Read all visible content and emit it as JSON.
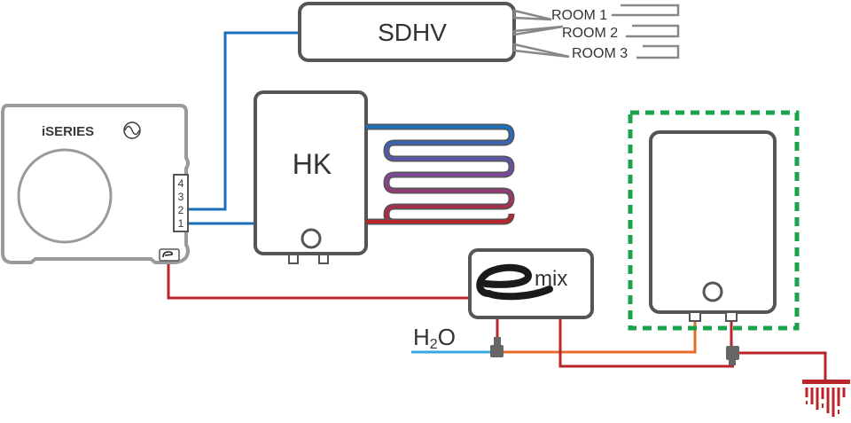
{
  "heat_pump": {
    "brand": "iSERIES",
    "terminals": [
      "4",
      "3",
      "2",
      "1"
    ]
  },
  "controller": {
    "label": "SDHV"
  },
  "rooms": [
    "ROOM 1",
    "ROOM 2",
    "ROOM 3"
  ],
  "hk": {
    "label": "HK"
  },
  "emix": {
    "logo_text": "mix"
  },
  "water": {
    "label_main": "H",
    "label_sub": "2",
    "label_end": "O"
  },
  "colors": {
    "outline": "#555555",
    "blue_line": "#1a6fb8",
    "red_line": "#b8252b",
    "orange_line": "#e8692a",
    "cold_water": "#3ba7dc",
    "green_dash": "#1aa34a",
    "purple_loop": "#7a4a9a"
  }
}
